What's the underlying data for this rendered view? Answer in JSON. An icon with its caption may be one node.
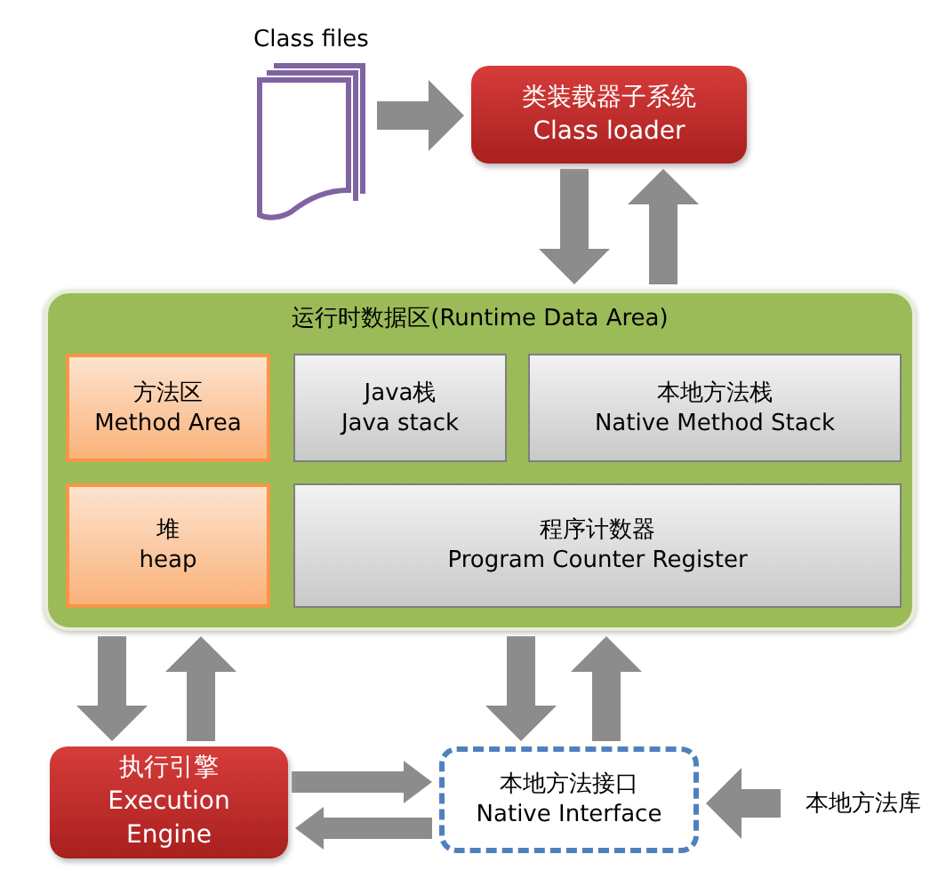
{
  "diagram": {
    "nodes": [
      {
        "text": [
          "Class files"
        ]
      },
      {
        "text": [
          "类装载器子系统",
          "Class loader"
        ]
      },
      {
        "text": [
          "运行时数据区(Runtime Data Area)"
        ]
      },
      {
        "text": [
          "方法区",
          "Method Area"
        ],
        "in": 2
      },
      {
        "text": [
          "Java栈",
          "Java stack"
        ],
        "in": 2
      },
      {
        "text": [
          "本地方法栈",
          "Native Method Stack"
        ],
        "in": 2
      },
      {
        "text": [
          "堆",
          "heap"
        ],
        "in": 2
      },
      {
        "text": [
          "程序计数器",
          "Program Counter Register"
        ],
        "in": 2
      },
      {
        "text": [
          "执行引擎",
          "Execution Engine"
        ]
      },
      {
        "text": [
          "本地方法接口",
          "Native Interface"
        ]
      },
      {
        "text": [
          "本地方法库"
        ]
      }
    ],
    "edges": [
      {
        "from": 0,
        "to": 1,
        "arrow": "to"
      },
      {
        "from": 1,
        "to": 2,
        "arrow": "to"
      },
      {
        "from": 2,
        "to": 1,
        "arrow": "to"
      },
      {
        "from": 2,
        "to": 8,
        "arrow": "to"
      },
      {
        "from": 8,
        "to": 2,
        "arrow": "to"
      },
      {
        "from": 2,
        "to": 9,
        "arrow": "to"
      },
      {
        "from": 9,
        "to": 2,
        "arrow": "to"
      },
      {
        "from": 8,
        "to": 9,
        "arrow": "to"
      },
      {
        "from": 9,
        "to": 8,
        "arrow": "to"
      },
      {
        "from": 10,
        "to": 9,
        "arrow": "to"
      }
    ]
  }
}
